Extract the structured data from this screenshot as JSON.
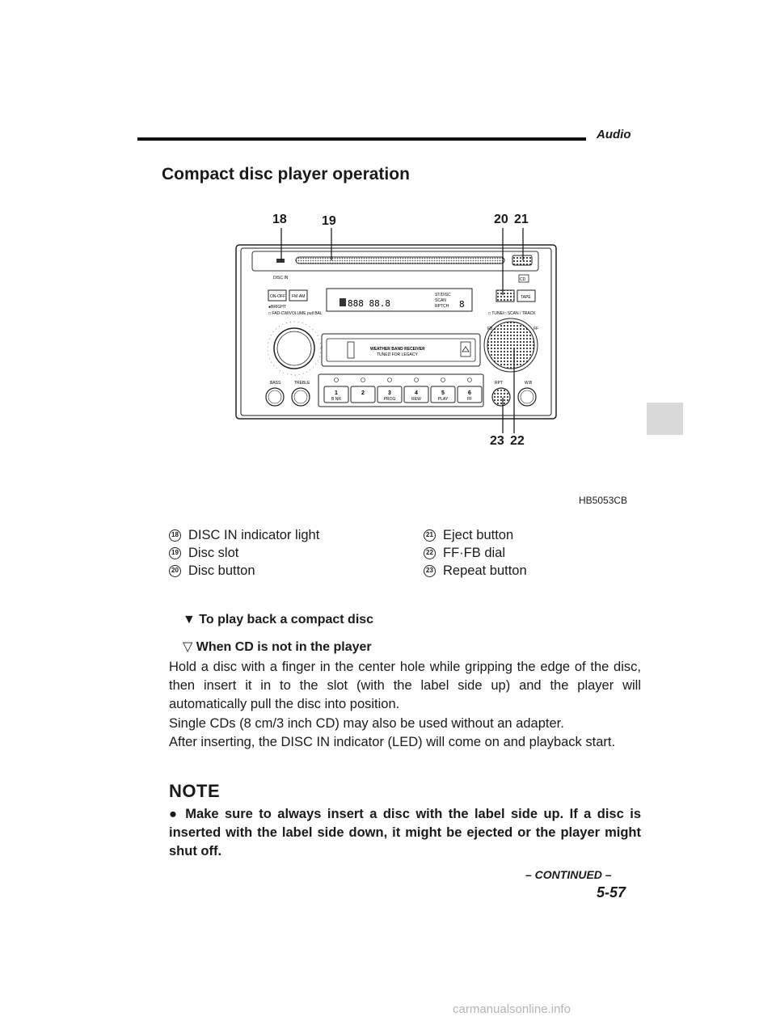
{
  "header": {
    "section": "Audio"
  },
  "title": "Compact disc player operation",
  "figure": {
    "callouts_top": [
      "18",
      "19",
      "20",
      "21"
    ],
    "callouts_bottom": [
      "23",
      "22"
    ],
    "code": "HB5053CB",
    "panel_labels": {
      "disc_in": "DISC IN",
      "on_off": "ON-OFF",
      "fm_am": "FM·AM",
      "tape": "TAPE",
      "bright": "●BRIGHT",
      "fad_bal": "□ FAD-CW/VOLUME pull BAL",
      "tune": "□ TUNE/□ SCAN / TRACK",
      "radio_line1": "WEATHER BAND RECEIVER",
      "radio_line2": "TUNED FOR LEGACY",
      "fb": "FB",
      "ff": "FF",
      "bass": "BASS",
      "treble": "TREBLE",
      "rpt": "RPT",
      "wb": "W.B",
      "display_tags": [
        "ST/DISC",
        "SCAN",
        "RPTCH"
      ],
      "presets": [
        {
          "num": "1",
          "sub": "B NR"
        },
        {
          "num": "2",
          "sub": ""
        },
        {
          "num": "3",
          "sub": "PROG"
        },
        {
          "num": "4",
          "sub": "REW"
        },
        {
          "num": "5",
          "sub": "PLAY"
        },
        {
          "num": "6",
          "sub": "FF"
        }
      ]
    }
  },
  "legend": [
    {
      "num": "18",
      "label": "DISC IN indicator light"
    },
    {
      "num": "19",
      "label": "Disc slot"
    },
    {
      "num": "20",
      "label": "Disc button"
    },
    {
      "num": "21",
      "label": "Eject button"
    },
    {
      "num": "22",
      "label": "FF·FB dial"
    },
    {
      "num": "23",
      "label": "Repeat button"
    }
  ],
  "subheading1": "▼ To play back a compact disc",
  "subheading2": "▽  When CD is not in the player",
  "paragraphs": [
    "Hold a disc with a finger in the center hole while gripping the edge of the disc, then insert it in to the slot (with the label side up) and the player will automatically pull the disc into position.",
    "Single CDs (8 cm/3 inch CD) may also be used without an adapter.",
    "After inserting, the DISC IN indicator (LED) will come on and playback start."
  ],
  "note": {
    "title": "NOTE",
    "text": "●  Make sure to always insert a disc with the label side up. If a disc is inserted with the label side down, it might be ejected or the player might shut off."
  },
  "continued": "– CONTINUED –",
  "page_number": "5-57",
  "watermark": "carmanualsonline.info"
}
